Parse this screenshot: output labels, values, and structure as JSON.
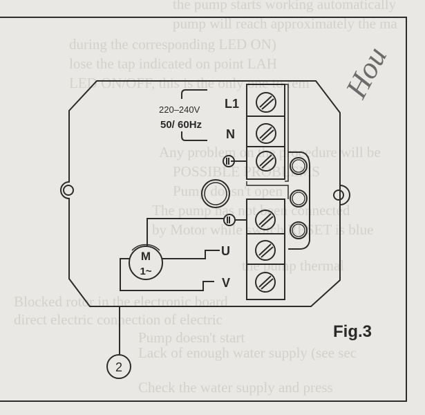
{
  "figure": {
    "caption": "Fig.3",
    "supply_voltage": "220–240V",
    "supply_frequency": "50/ 60Hz",
    "terminals": [
      "L1",
      "N",
      "U",
      "V"
    ],
    "motor_label_top": "M",
    "motor_label_bottom": "1~",
    "callout_number": "2",
    "handwritten_note": "Hou"
  },
  "bleed_through_text": [
    "the pump starts working automatically",
    "pump will reach approximately the ma",
    "during the corresponding LED ON)",
    "lose the tap indicated on point LAH",
    "LED ON/OFF, this is the only one to rem",
    "Any problem on the procedure will be",
    "POSSIBLE PROBLEMS",
    "Pump doesn't open",
    "The pump has not been connected",
    "by Motor while switch RESET is blue",
    "the pump thermal",
    "Blocked rotor in the electronic board",
    "direct electric connection of electric",
    "Pump doesn't start",
    "Lack of enough water supply (see sec",
    "Check the water supply and press"
  ]
}
